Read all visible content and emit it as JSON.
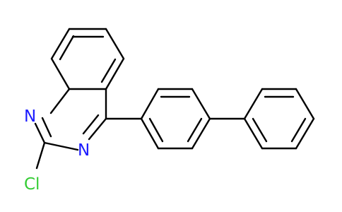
{
  "molecule": {
    "atoms": {
      "n1": {
        "symbol": "N",
        "color": "#1a1aff"
      },
      "n3": {
        "symbol": "N",
        "color": "#1a1aff"
      },
      "cl": {
        "symbol": "Cl",
        "color": "#33cc33"
      }
    },
    "bond_color": "#000000",
    "background": "#ffffff"
  }
}
